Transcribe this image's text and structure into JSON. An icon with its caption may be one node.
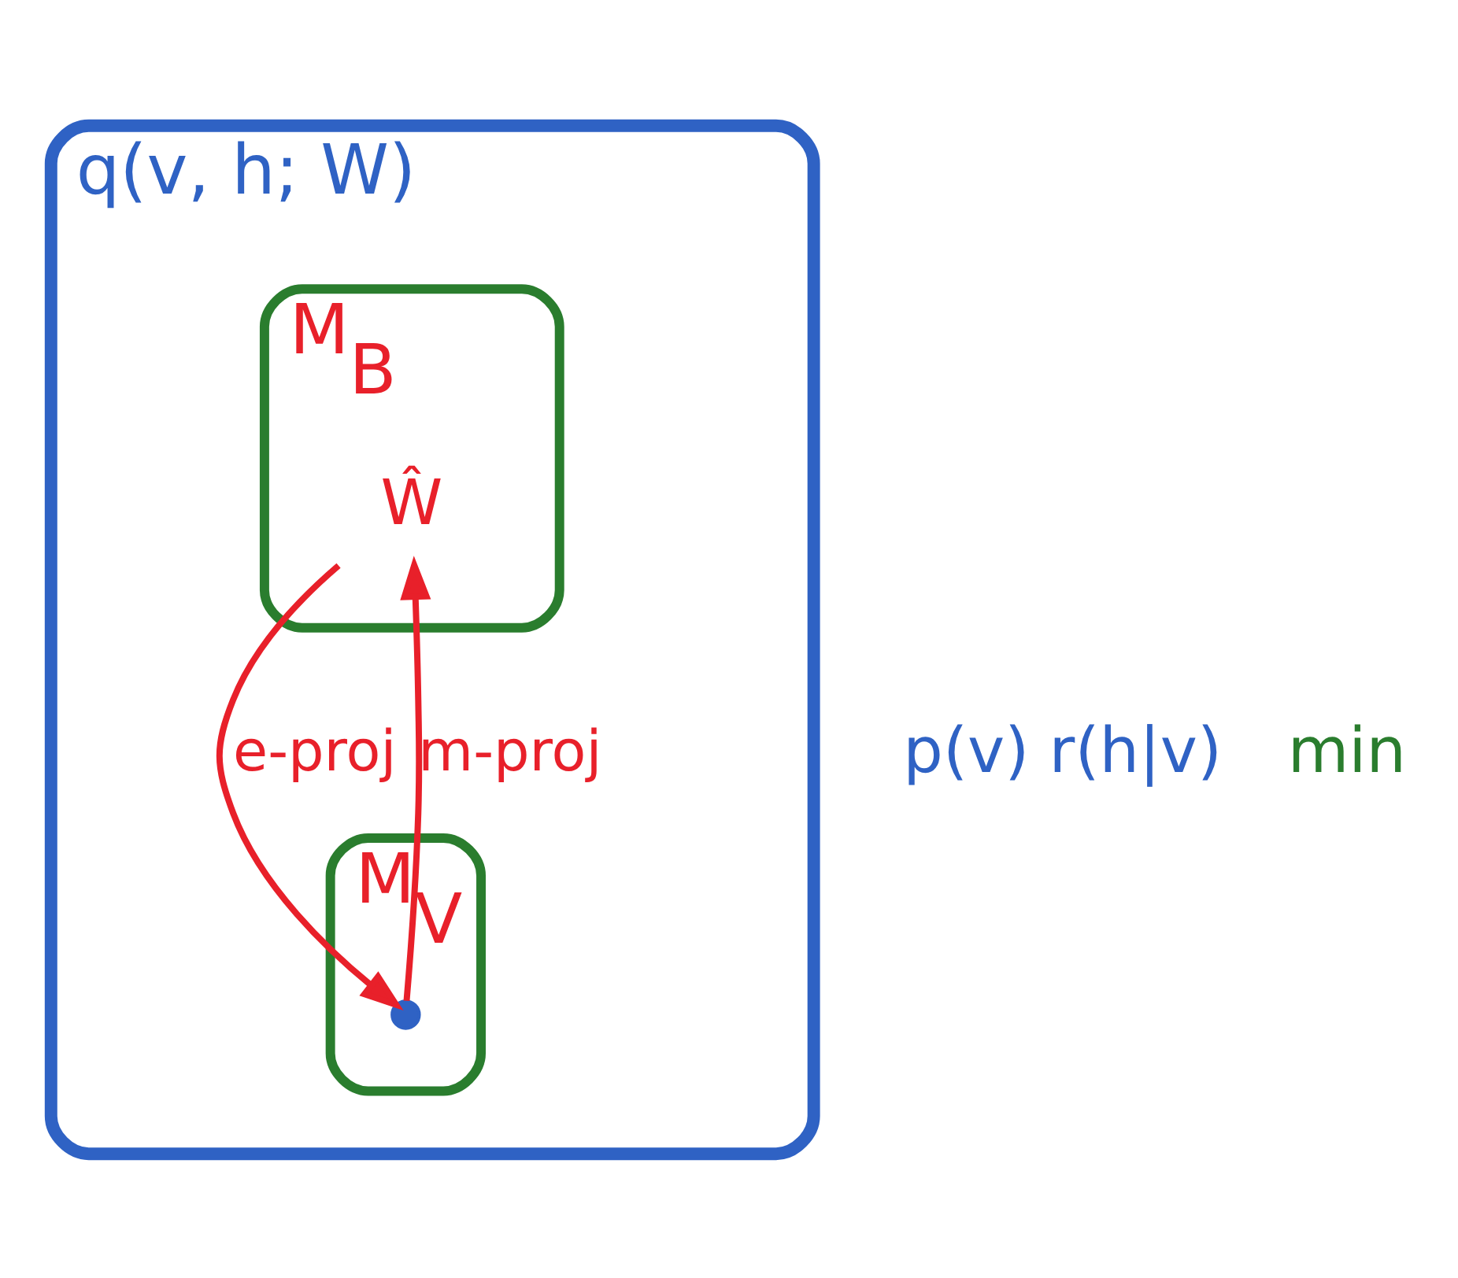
{
  "diagram": {
    "nodes": [
      {
        "text": [
          "q(v, h; W)"
        ]
      },
      {
        "text": [
          "M$_{B}$"
        ],
        "in": 0
      },
      {
        "text": [
          "Ŵ"
        ],
        "in": 1
      },
      {
        "text": [
          "M$_{V}$"
        ],
        "in": 0
      },
      {
        "text": [],
        "shape": "point",
        "in": 3
      }
    ],
    "edges": [
      {
        "from": 2,
        "to": 4,
        "arrow": "to",
        "label": "e-proj"
      },
      {
        "from": 4,
        "to": 2,
        "arrow": "to",
        "label": "m-proj"
      }
    ],
    "labels": [
      "p(v) r(h|v)",
      "min"
    ]
  }
}
